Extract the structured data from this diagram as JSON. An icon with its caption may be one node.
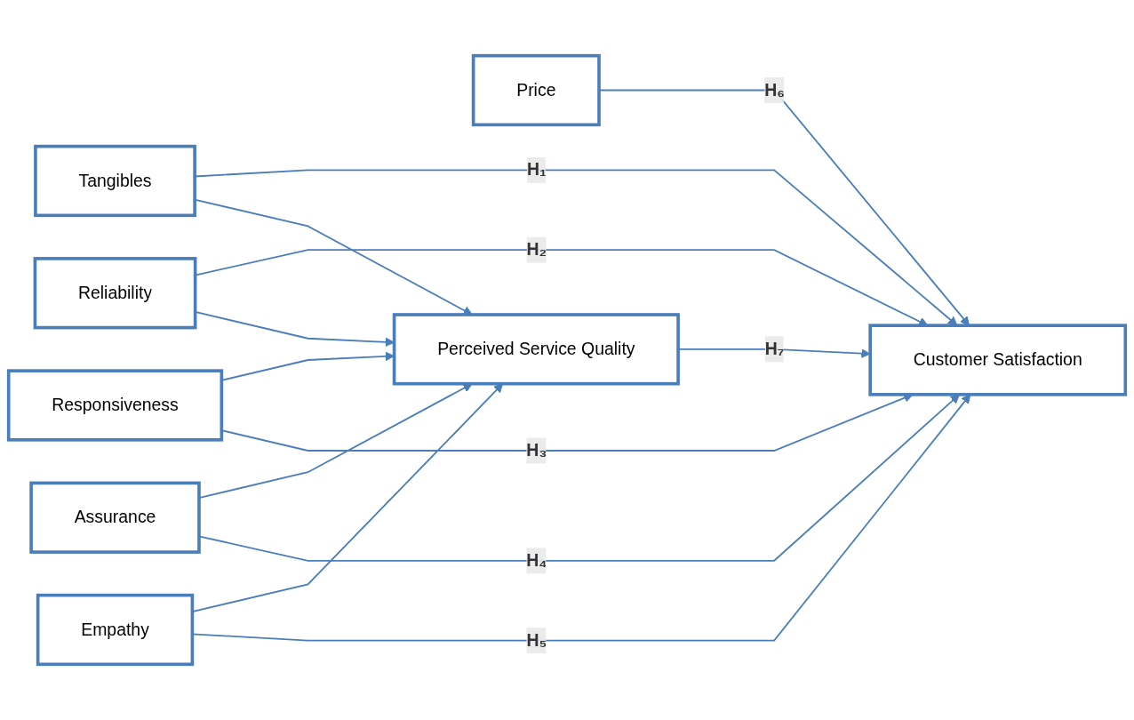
{
  "diagram": {
    "nodes": [
      {
        "text": [
          "Tangibles"
        ]
      },
      {
        "text": [
          "Reliability"
        ]
      },
      {
        "text": [
          "Responsiveness"
        ]
      },
      {
        "text": [
          "Assurance"
        ]
      },
      {
        "text": [
          "Empathy"
        ]
      },
      {
        "text": [
          "Price"
        ]
      },
      {
        "text": [
          "Perceived Service Quality"
        ]
      },
      {
        "text": [
          "Customer Satisfaction"
        ]
      }
    ],
    "edges": [
      {
        "from": 0,
        "to": 7,
        "arrow": "to",
        "label": "H₁"
      },
      {
        "from": 0,
        "to": 6,
        "arrow": "to"
      },
      {
        "from": 1,
        "to": 7,
        "arrow": "to",
        "label": "H₂"
      },
      {
        "from": 1,
        "to": 6,
        "arrow": "to"
      },
      {
        "from": 2,
        "to": 6,
        "arrow": "to"
      },
      {
        "from": 2,
        "to": 7,
        "arrow": "to",
        "label": "H₃"
      },
      {
        "from": 3,
        "to": 6,
        "arrow": "to"
      },
      {
        "from": 3,
        "to": 7,
        "arrow": "to",
        "label": "H₄"
      },
      {
        "from": 4,
        "to": 6,
        "arrow": "to"
      },
      {
        "from": 4,
        "to": 7,
        "arrow": "to",
        "label": "H₅"
      },
      {
        "from": 5,
        "to": 7,
        "arrow": "to",
        "label": "H₆"
      },
      {
        "from": 6,
        "to": 7,
        "arrow": "to",
        "label": "H₇"
      }
    ]
  }
}
